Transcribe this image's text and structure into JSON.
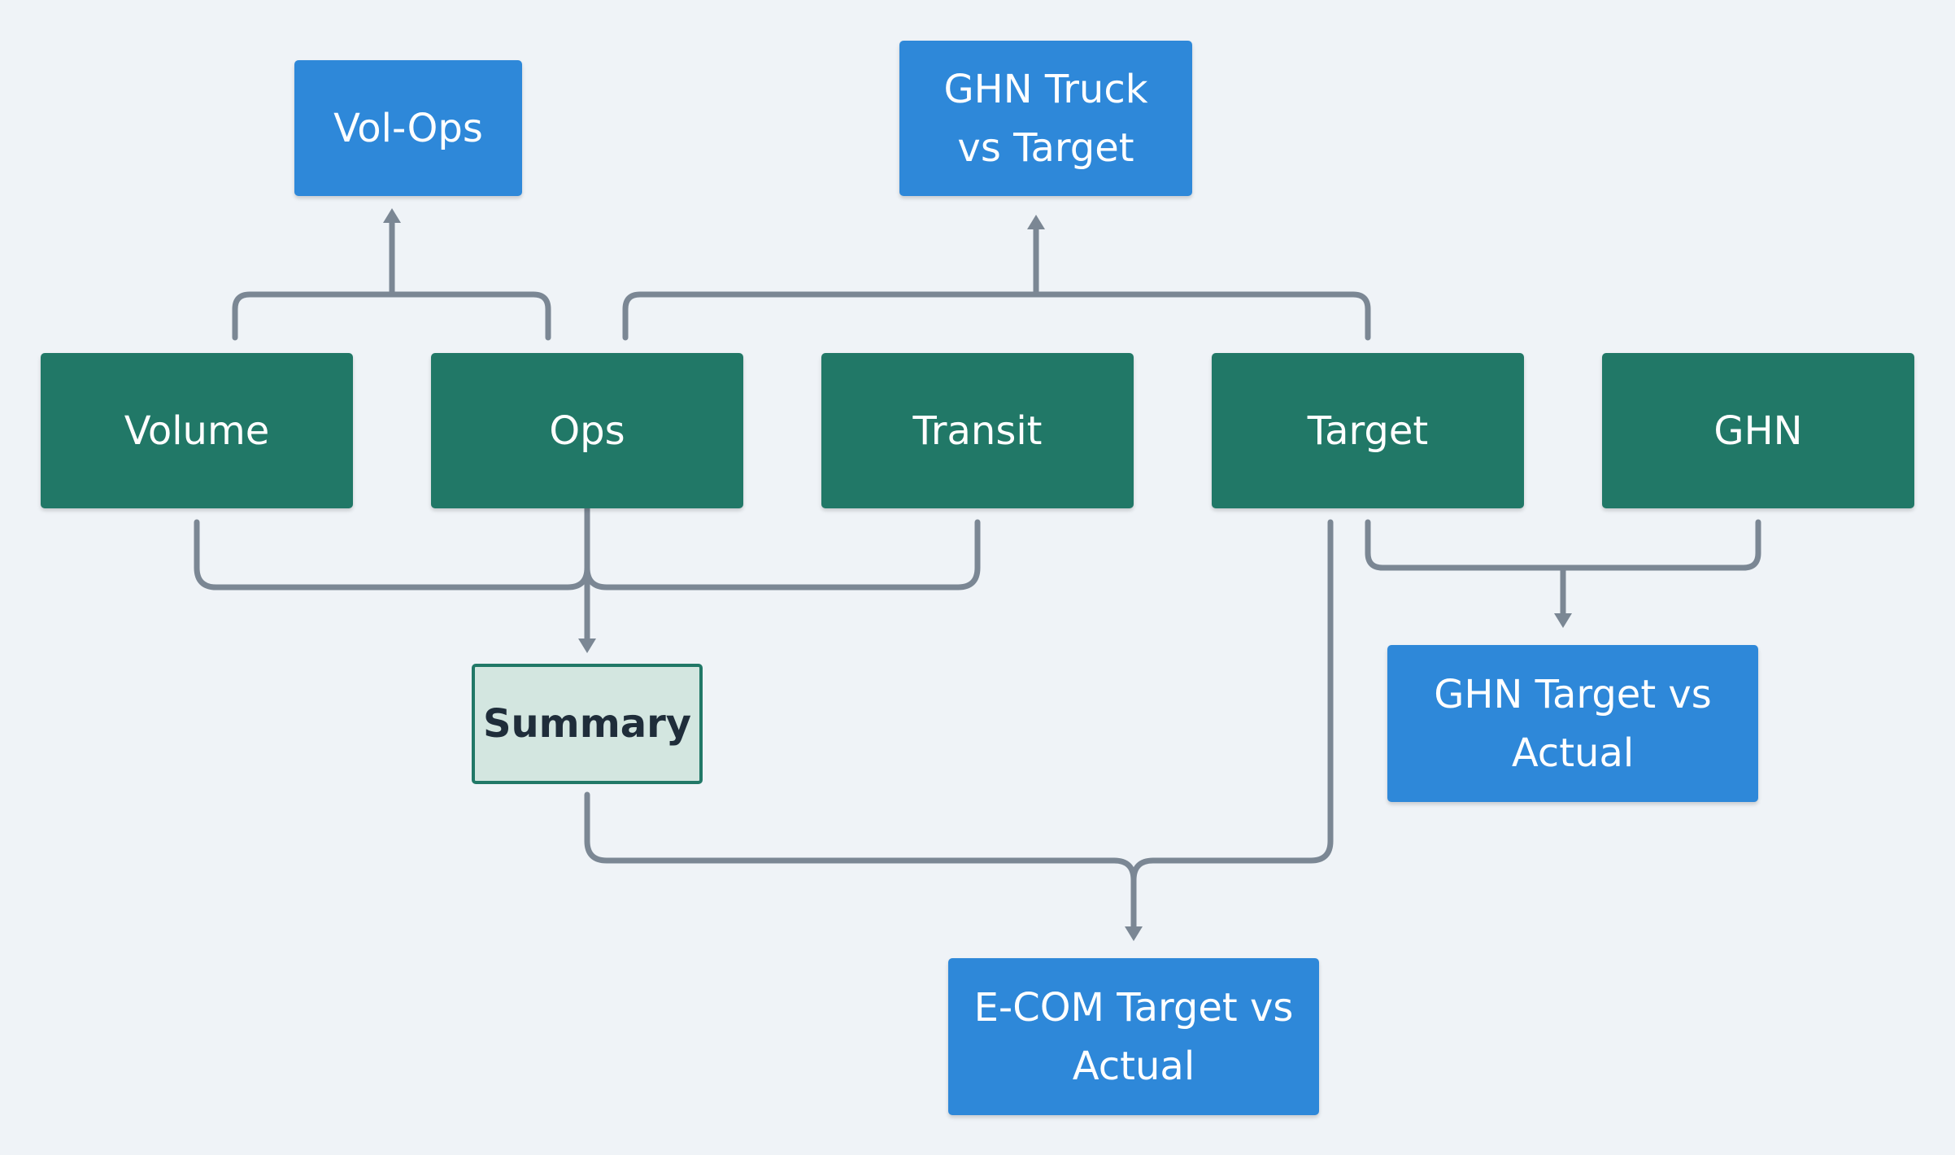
{
  "diagram": {
    "nodes": {
      "vol_ops": "Vol-Ops",
      "ghn_truck_vs_target": [
        "GHN Truck",
        "vs Target"
      ],
      "volume": "Volume",
      "ops": "Ops",
      "transit": "Transit",
      "target": "Target",
      "ghn": "GHN",
      "summary": "Summary",
      "ghn_target_vs_actual": [
        "GHN Target vs",
        "Actual"
      ],
      "ecom_target_vs_actual": [
        "E-COM Target vs",
        "Actual"
      ]
    },
    "edges": [
      {
        "from": [
          "Volume",
          "Ops"
        ],
        "to": "Vol-Ops"
      },
      {
        "from": [
          "Ops",
          "Target"
        ],
        "to": "GHN Truck vs Target"
      },
      {
        "from": [
          "Volume",
          "Ops",
          "Transit"
        ],
        "to": "Summary"
      },
      {
        "from": [
          "Target",
          "GHN"
        ],
        "to": "GHN Target vs Actual"
      },
      {
        "from": [
          "Summary",
          "Target"
        ],
        "to": "E-COM Target vs Actual"
      }
    ],
    "colors": {
      "background": "#eff3f7",
      "source_node": "#217867",
      "output_node": "#2e88d9",
      "summary_fill": "#d3e6e0",
      "summary_border": "#217867",
      "connector": "#7b8794"
    }
  }
}
